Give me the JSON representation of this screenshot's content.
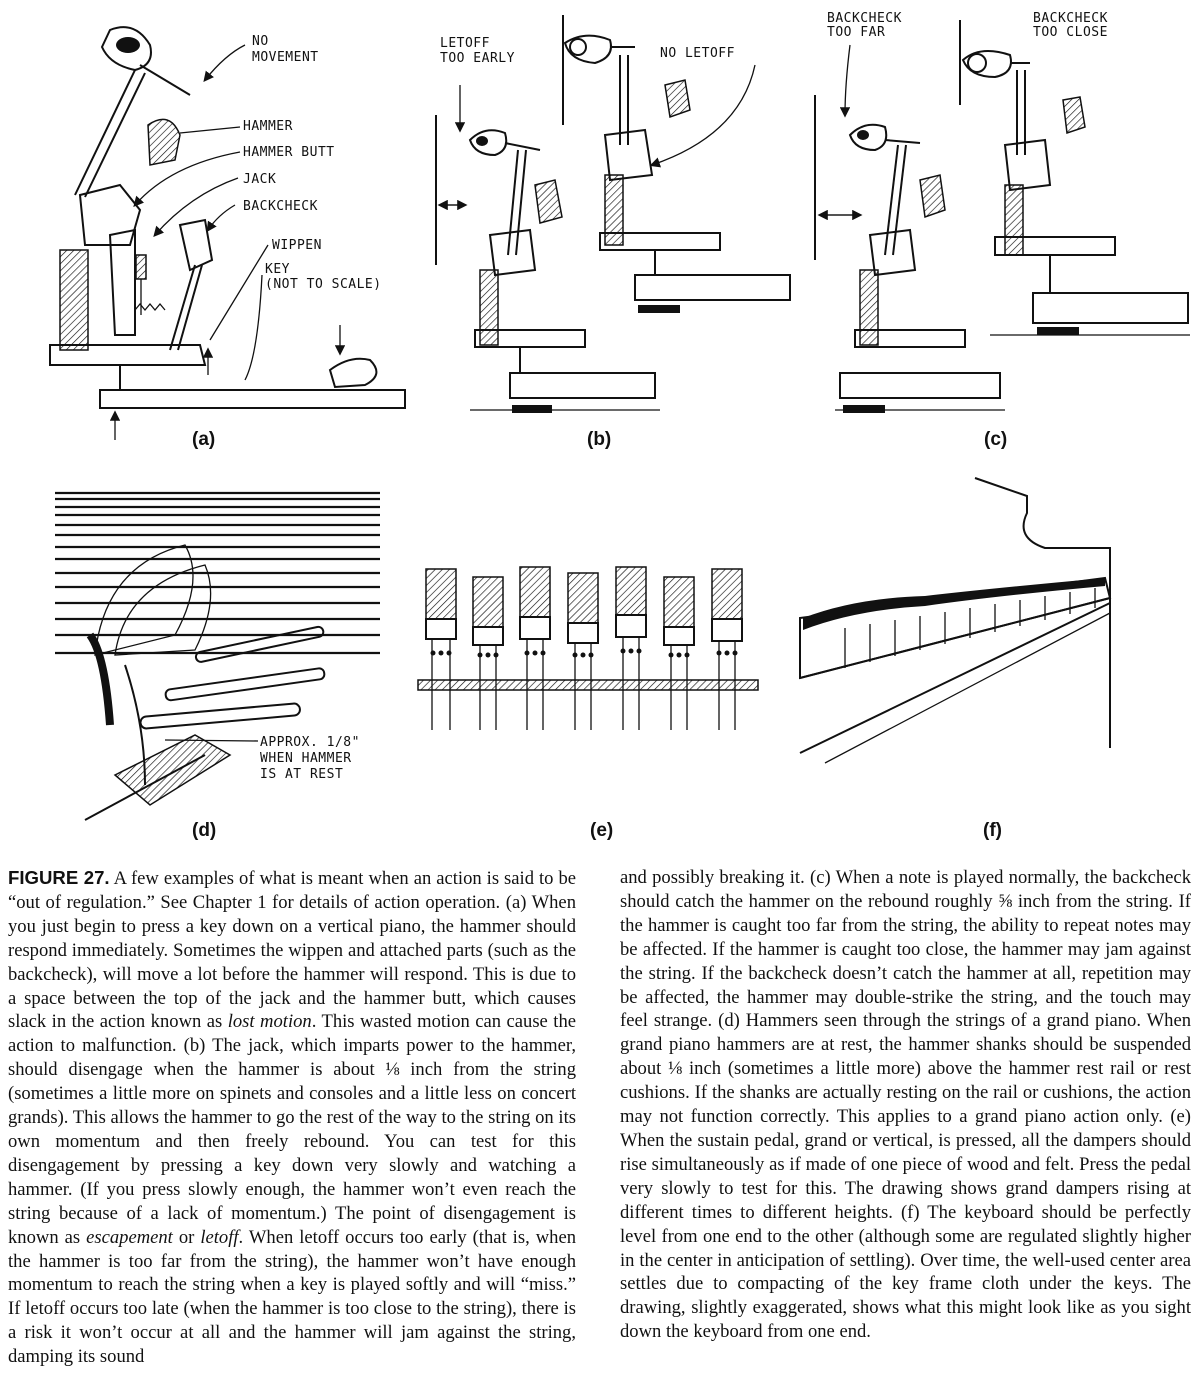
{
  "panels": {
    "a": {
      "letter": "(a)",
      "labels": {
        "no_movement_1": "NO",
        "no_movement_2": "MOVEMENT",
        "hammer": "HAMMER",
        "hammer_butt": "HAMMER BUTT",
        "jack": "JACK",
        "backcheck": "BACKCHECK",
        "wippen": "WIPPEN",
        "key_1": "KEY",
        "key_2": "(NOT TO SCALE)"
      }
    },
    "b": {
      "letter": "(b)",
      "labels": {
        "letoff_1": "LETOFF",
        "letoff_2": "TOO EARLY",
        "no_letoff": "NO LETOFF"
      }
    },
    "c": {
      "letter": "(c)",
      "labels": {
        "too_far_1": "BACKCHECK",
        "too_far_2": "TOO FAR",
        "too_close_1": "BACKCHECK",
        "too_close_2": "TOO CLOSE"
      }
    },
    "d": {
      "letter": "(d)",
      "labels": {
        "approx_1": "APPROX. 1/8\"",
        "approx_2": "WHEN HAMMER",
        "approx_3": "IS AT REST"
      }
    },
    "e": {
      "letter": "(e)"
    },
    "f": {
      "letter": "(f)"
    }
  },
  "caption": {
    "label": "FIGURE 27.",
    "col1_a": " A few examples of what is meant when an action is said to be “out of regulation.” See Chapter 1 for details of action operation. (a) When you just begin to press a key down on a vertical piano, the hammer should respond immediately. Sometimes the wippen and attached parts (such as the backcheck), will move a lot before the hammer will respond. This is due to a space between the top of the jack and the hammer butt, which causes slack in the action known as ",
    "col1_em1": "lost motion",
    "col1_b": ". This wasted motion can cause the action to malfunction. (b) The jack, which imparts power to the hammer, should disengage when the hammer is about ⅛ inch from the string (sometimes a little more on spinets and consoles and a little less on concert grands). This allows the hammer to go the rest of the way to the string on its own momentum and then freely rebound. You can test for this disengagement by pressing a key down very slowly and watching a hammer. (If you press slowly enough, the hammer won’t even reach the string because of a lack of momentum.) The point of disengagement is known as ",
    "col1_em2": "escapement",
    "col1_c": " or ",
    "col1_em3": "letoff",
    "col1_d": ". When letoff occurs too early (that is, when the hammer is too far from the string), the hammer won’t have enough momentum to reach the string when a key is played softly and will “miss.” If letoff occurs too late (when the hammer is too close to the string), there is a risk it won’t occur at all and the hammer will jam against the string, damping its sound",
    "col2": "and possibly breaking it. (c) When a note is played normally, the backcheck should catch the hammer on the rebound roughly ⅝ inch from the string. If the hammer is caught too far from the string, the ability to repeat notes may be affected. If the hammer is caught too close, the hammer may jam against the string. If the backcheck doesn’t catch the hammer at all, repetition may be affected, the hammer may double-strike the string, and the touch may feel strange. (d) Hammers seen through the strings of a grand piano. When grand piano hammers are at rest, the hammer shanks should be suspended about ⅛ inch (sometimes a little more) above the hammer rest rail or rest cushions. If the shanks are actually resting on the rail or cushions, the action may not function correctly. This applies to a grand piano action only. (e) When the sustain pedal, grand or vertical, is pressed, all the dampers should rise simultaneously as if made of one piece of wood and felt. Press the pedal very slowly to test for this. The drawing shows grand dampers rising at different times to different heights. (f) The keyboard should be perfectly level from one end to the other (although some are regulated slightly higher in the center in anticipation of settling). Over time, the well-used center area settles due to compacting of the key frame cloth under the keys. The drawing, slightly exaggerated, shows what this might look like as you sight down the keyboard from one end."
  }
}
